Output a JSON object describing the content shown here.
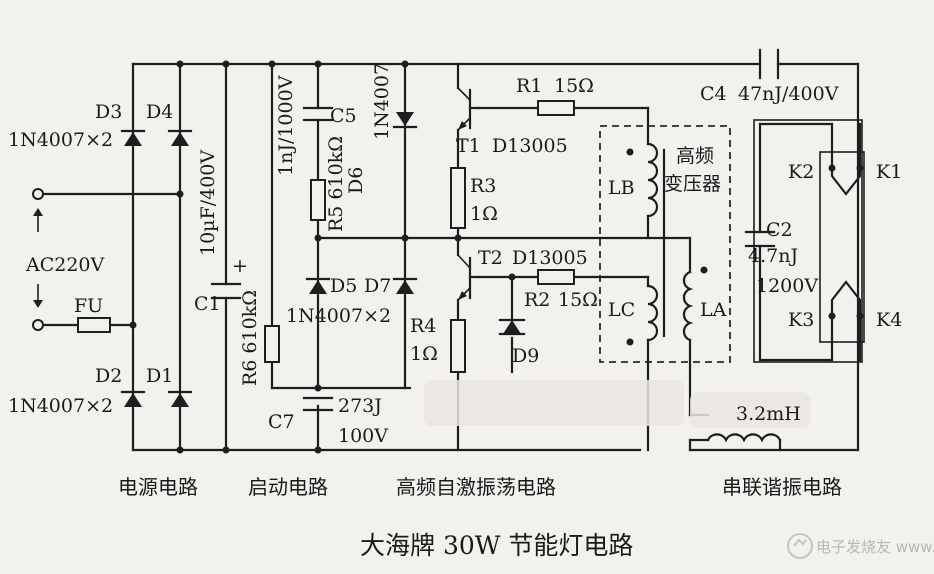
{
  "diagram": {
    "title": "大海牌 30W 节能灯电路",
    "sections": [
      "电源电路",
      "启动电路",
      "高频自激振荡电路",
      "串联谐振电路"
    ],
    "components": {
      "D3": "D3",
      "D4": "D4",
      "D2": "D2",
      "D1": "D1",
      "bridge_top": "1N4007×2",
      "bridge_bottom": "1N4007×2",
      "ac_label": "AC220V",
      "fuse": "FU",
      "C1": "C1",
      "C1_value": "10µF/400V",
      "plus": "+",
      "R6": "R6 610kΩ",
      "C_1nJ": "1nJ/1000V",
      "C5": "C5",
      "R5": "R5 610kΩ",
      "D6": "D6",
      "D6_type": "1N4007",
      "D5": "D5",
      "D7": "D7",
      "D57_type": "1N4007×2",
      "C7": "C7",
      "C7_value": "273J",
      "C7_volt": "100V",
      "T1": "T1",
      "T1_type": "D13005",
      "T2": "T2",
      "T2_type": "D13005",
      "R1": "R1",
      "R1_value": "15Ω",
      "R2": "R2",
      "R2_value": "15Ω",
      "R3": "R3",
      "R3_value": "1Ω",
      "R4": "R4",
      "R4_value": "1Ω",
      "D9": "D9",
      "transformer_line1": "高频",
      "transformer_line2": "变压器",
      "LB": "LB",
      "LC": "LC",
      "LA": "LA",
      "C4": "C4",
      "C4_value": "47nJ/400V",
      "C2": "C2",
      "C2_value": "4.7nJ",
      "C2_volt": "1200V",
      "K1": "K1",
      "K2": "K2",
      "K3": "K3",
      "K4": "K4",
      "L_value": "3.2mH"
    },
    "watermark": "电子发烧友 www.elecfans.com"
  }
}
